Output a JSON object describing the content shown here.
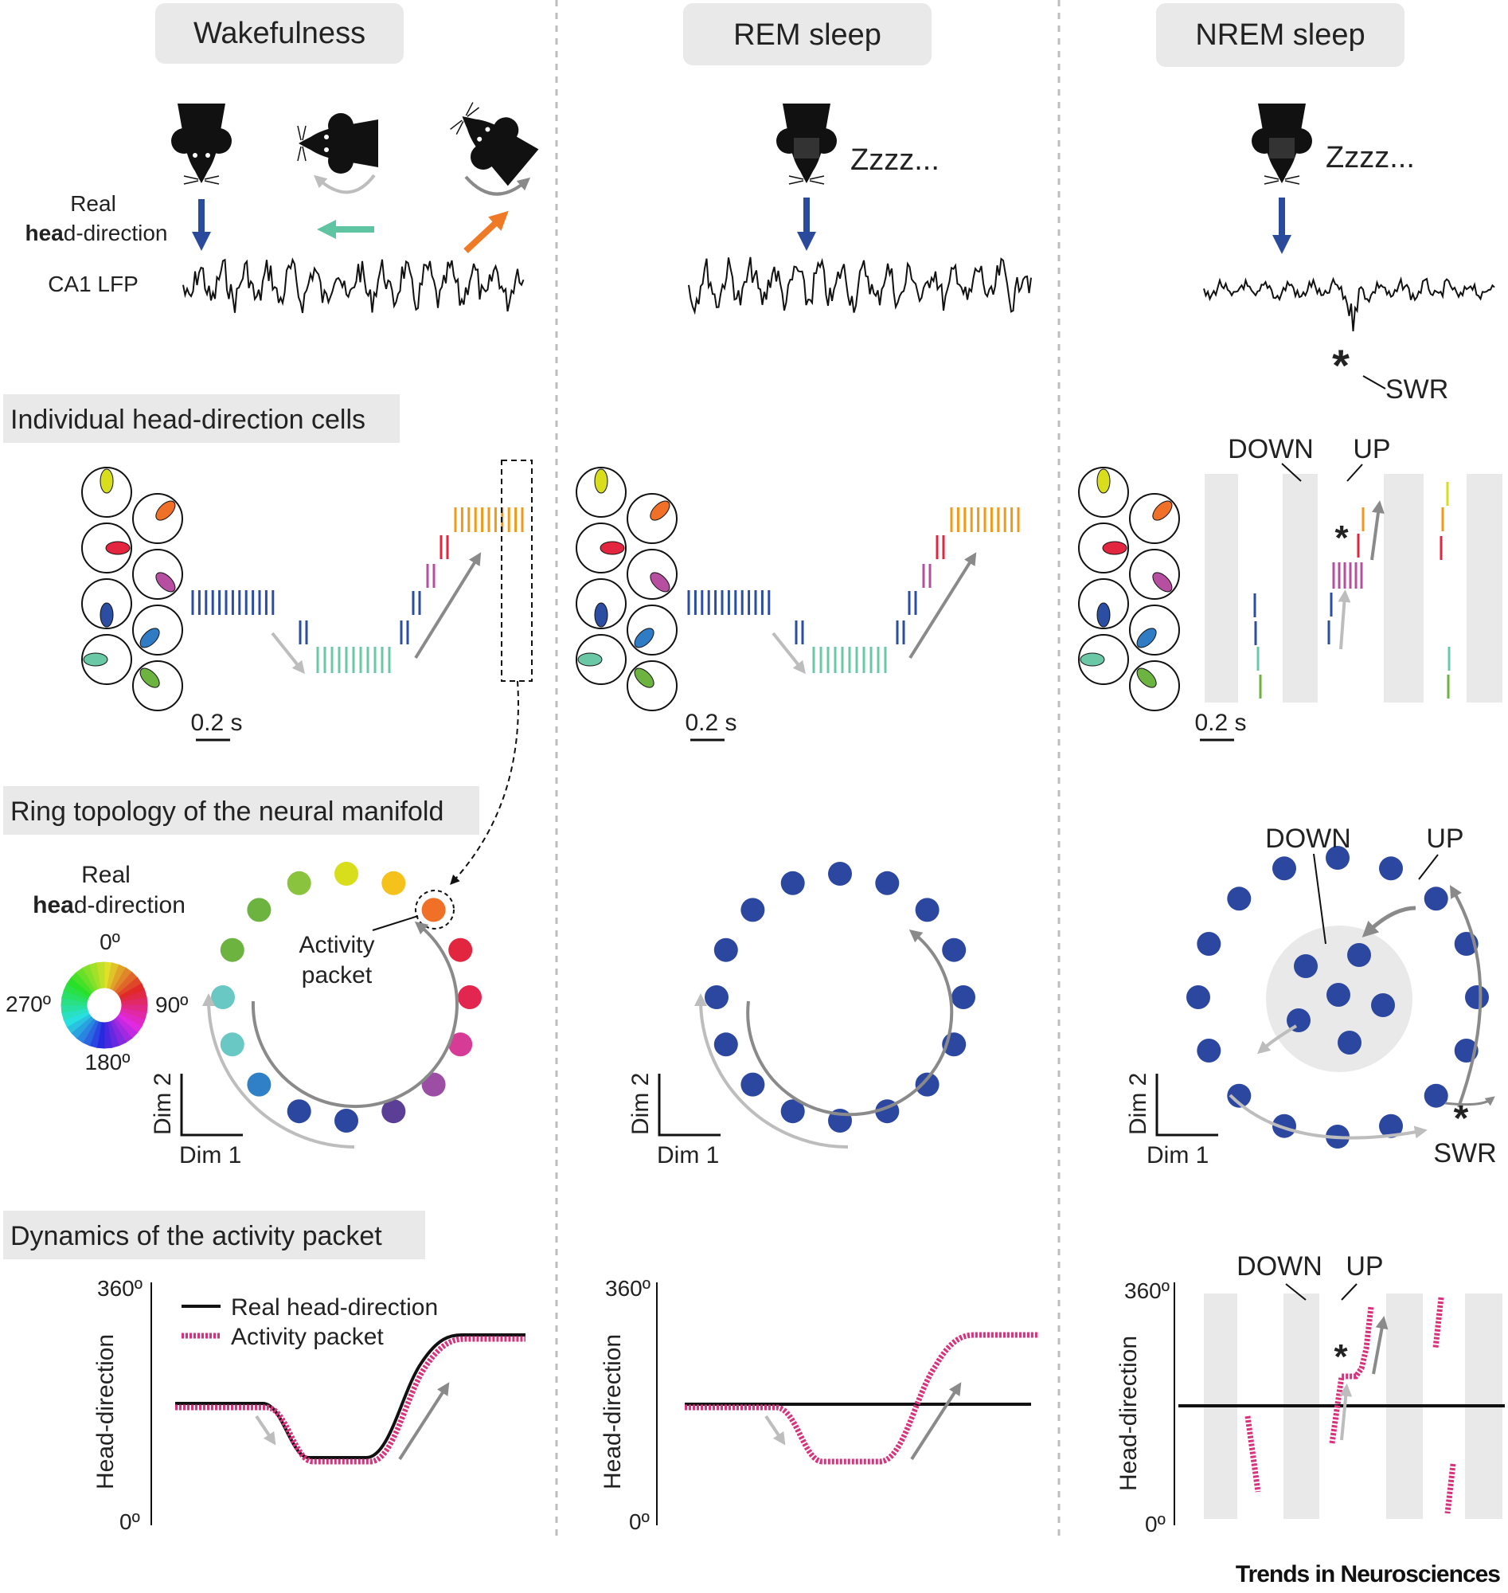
{
  "columns": {
    "wake": "Wakefulness",
    "rem": "REM sleep",
    "nrem": "NREM sleep"
  },
  "sections": {
    "cells": "Individual head-direction cells",
    "ring": "Ring topology of the neural manifold",
    "dynamics": "Dynamics of the activity packet"
  },
  "top": {
    "real_prefix": "Real",
    "hd_bold": "hea",
    "hd_rest": "d-direction",
    "lfp": "CA1 LFP",
    "zzz": "Zzzz...",
    "swr": "SWR",
    "star": "*"
  },
  "raster": {
    "scalebar": "0.2 s",
    "down": "DOWN",
    "up": "UP"
  },
  "ring": {
    "real_prefix": "Real",
    "hd_bold": "hea",
    "hd_rest": "d-direction",
    "deg0": "0º",
    "deg90": "90º",
    "deg180": "180º",
    "deg270": "270º",
    "packet_line1": "Activity",
    "packet_line2": "packet",
    "dim1": "Dim 1",
    "dim2": "Dim 2",
    "down": "DOWN",
    "up": "UP",
    "swr": "SWR"
  },
  "dyn": {
    "ylabel": "Head-direction",
    "ymax": "360º",
    "ymin": "0º",
    "legend_real": "Real head-direction",
    "legend_packet": "Activity packet",
    "down": "DOWN",
    "up": "UP"
  },
  "footer": {
    "journal": "Trends in Neurosciences"
  },
  "colors": {
    "arrow_blue": "#2a4a9c",
    "arrow_teal": "#5ec4a2",
    "arrow_orange": "#ee7a26",
    "packet_pink": "#d8327c",
    "gray_arrow": "#8a8a8a",
    "light_arrow": "#bdbdbd",
    "dot_blue": "#2c47a0",
    "panel_gray": "#e9e9e9",
    "cell_colors": [
      "#d8dd1c",
      "#ef7026",
      "#e3263f",
      "#b64fa0",
      "#2b4ea3",
      "#2f7cc4",
      "#6ac8a6",
      "#6db33f"
    ],
    "raster_colors": [
      "#2b4ea3",
      "#6ac8a6",
      "#b64fa0",
      "#e3263f",
      "#f09a1a",
      "#d8dd1c"
    ]
  }
}
